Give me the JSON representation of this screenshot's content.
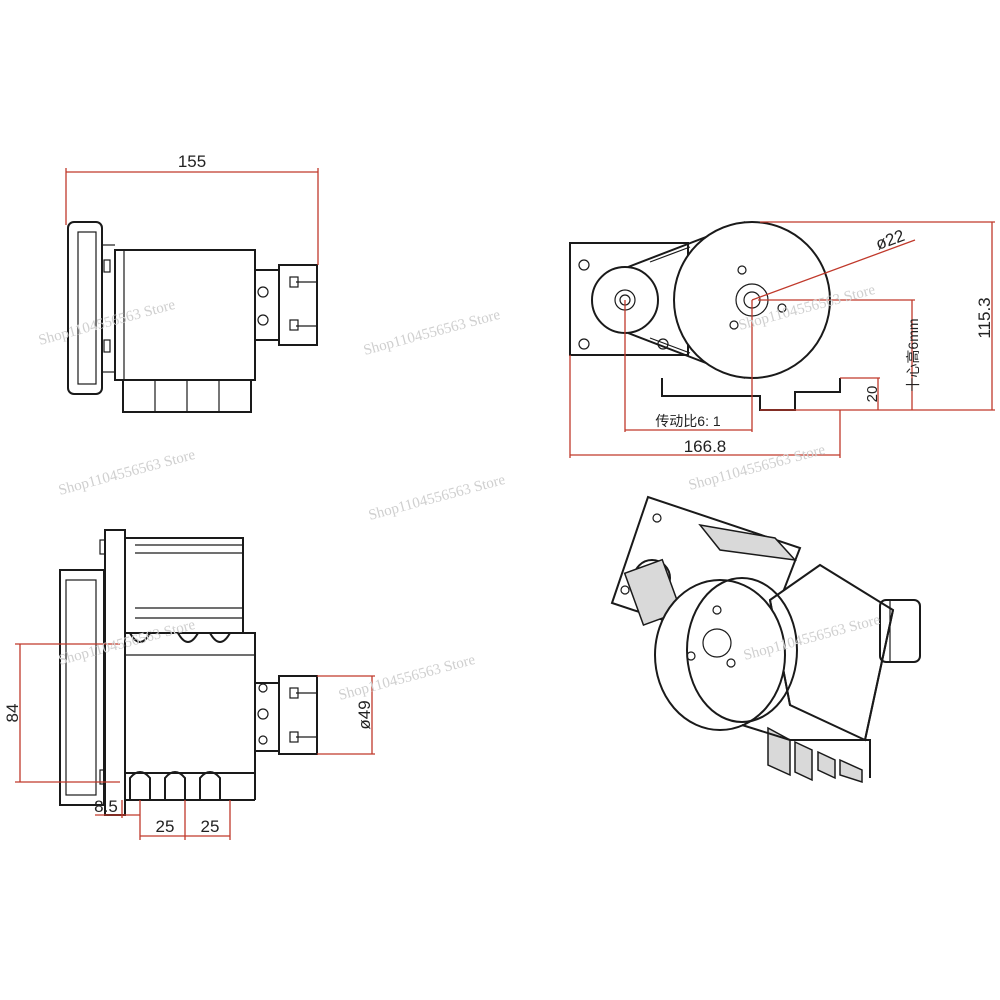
{
  "dimensions": {
    "overall_length": "155",
    "height": "115.3",
    "width": "166.8",
    "wheel_bore": "ø22",
    "center_height_note": "十心高6mm",
    "base_offset": "20",
    "drive_ratio": "传动比6: 1",
    "side_height": "84",
    "shaft_diameter": "ø49",
    "edge_offset": "8.5",
    "slot_pitch_1": "25",
    "slot_pitch_2": "25"
  },
  "watermark": {
    "text": "Shop1104556563 Store"
  },
  "colors": {
    "dimension_line": "#c0392b",
    "outline": "#1a1a1a",
    "watermark": "#cfcfcf"
  }
}
